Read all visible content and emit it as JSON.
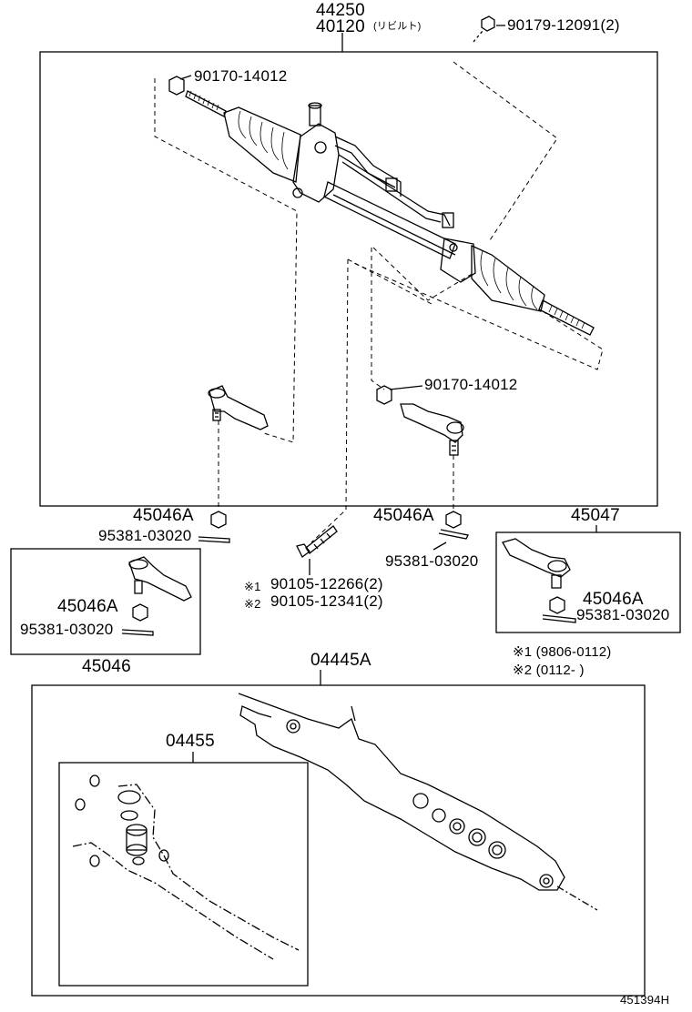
{
  "assembly": {
    "part_main": "44250",
    "part_rebuilt": "40120",
    "rebuilt_note": "(リビルト)"
  },
  "parts": {
    "nut_top": "90179-12091(2)",
    "nut_left": "90170-14012",
    "nut_right": "90170-14012",
    "lock_nut_left": "45046A",
    "lock_nut_right": "45046A",
    "cotter_left": "95381-03020",
    "cotter_right": "95381-03020",
    "bolt_1": "90105-12266(2)",
    "bolt_2": "90105-12341(2)",
    "bolt_1_mark": "※1",
    "bolt_2_mark": "※2"
  },
  "boxes": {
    "left_tie_rod": {
      "part": "45046",
      "nut": "45046A",
      "cotter": "95381-03020"
    },
    "right_tie_rod": {
      "part": "45047",
      "nut": "45046A",
      "cotter": "95381-03020"
    },
    "housing": {
      "part": "04445A"
    },
    "gasket_kit": {
      "part": "04455"
    }
  },
  "notes": {
    "note_1": "※1 (9806-0112)",
    "note_2": "※2 (0112-          )"
  },
  "footer": {
    "code": "451394H"
  }
}
